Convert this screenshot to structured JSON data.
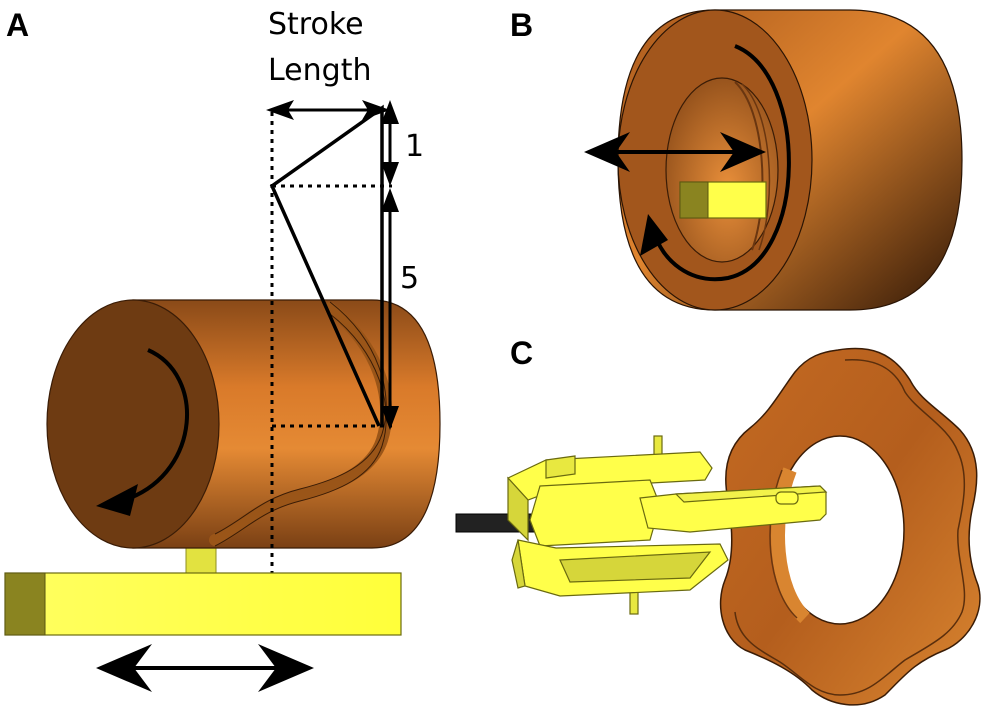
{
  "panels": {
    "a": {
      "label": "A"
    },
    "b": {
      "label": "B"
    },
    "c": {
      "label": "C"
    }
  },
  "annotations": {
    "stroke_line1": "Stroke",
    "stroke_line2": "Length",
    "ratio_short": "1",
    "ratio_long": "5"
  },
  "colors": {
    "copper_dark": "#6b3a12",
    "copper_mid": "#b8601f",
    "copper_light": "#e08830",
    "yellow": "#ffff4a",
    "yellow_shade": "#d6d63a",
    "olive": "#8a8420",
    "black": "#000000"
  }
}
